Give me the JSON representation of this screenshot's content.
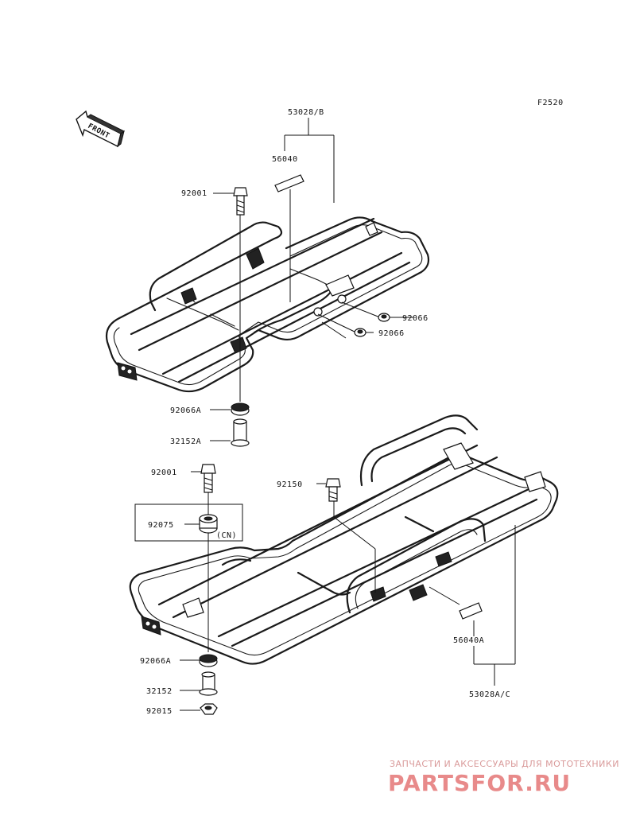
{
  "figure_code": "F2520",
  "front_arrow": {
    "label": "FRONT",
    "icon": "front-direction-arrow"
  },
  "parts": {
    "p53028b": "53028/B",
    "p56040": "56040",
    "p92001_top": "92001",
    "p92066_a": "92066",
    "p92066_b": "92066",
    "p92066a_top": "92066A",
    "p32152a": "32152A",
    "p92001_bottom": "92001",
    "p92150": "92150",
    "p92075": "92075",
    "cn": "(CN)",
    "p56040a": "56040A",
    "p92066a_bottom": "92066A",
    "p32152": "32152",
    "p92015": "92015",
    "p53028ac": "53028A/C"
  },
  "watermark": {
    "tagline": "ЗАПЧАСТИ И АКСЕССУАРЫ ДЛЯ МОТОТЕХНИКИ",
    "brand": "PARTSFOR.RU",
    "color": "#e88a8a"
  }
}
